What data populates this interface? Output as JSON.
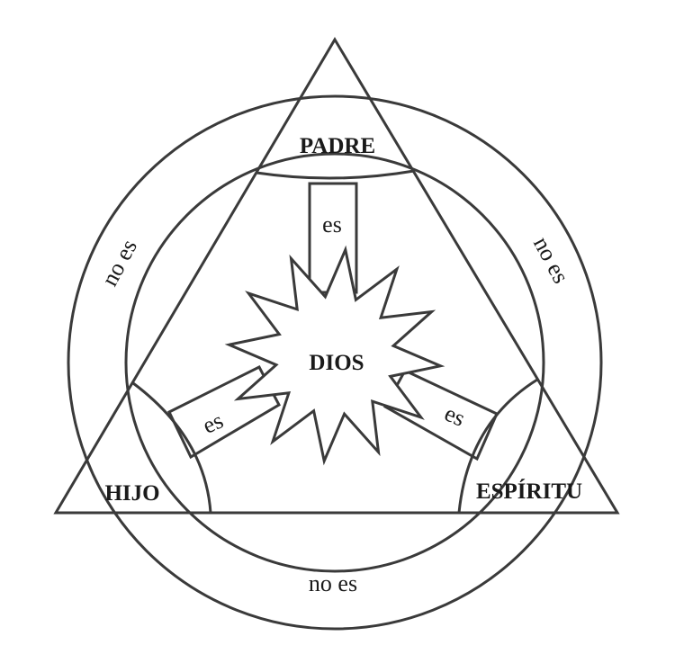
{
  "colors": {
    "stroke": "#3a3a3a",
    "background": "#ffffff",
    "text": "#1a1a1a"
  },
  "nodes": {
    "center": "DIOS",
    "top": "PADRE",
    "bottom_left": "HIJO",
    "bottom_right": "ESPÍRITU"
  },
  "relations": {
    "is_top": "es",
    "is_left": "es",
    "is_right": "es",
    "is_not_left": "no es",
    "is_not_right": "no es",
    "is_not_bottom": "no es"
  }
}
